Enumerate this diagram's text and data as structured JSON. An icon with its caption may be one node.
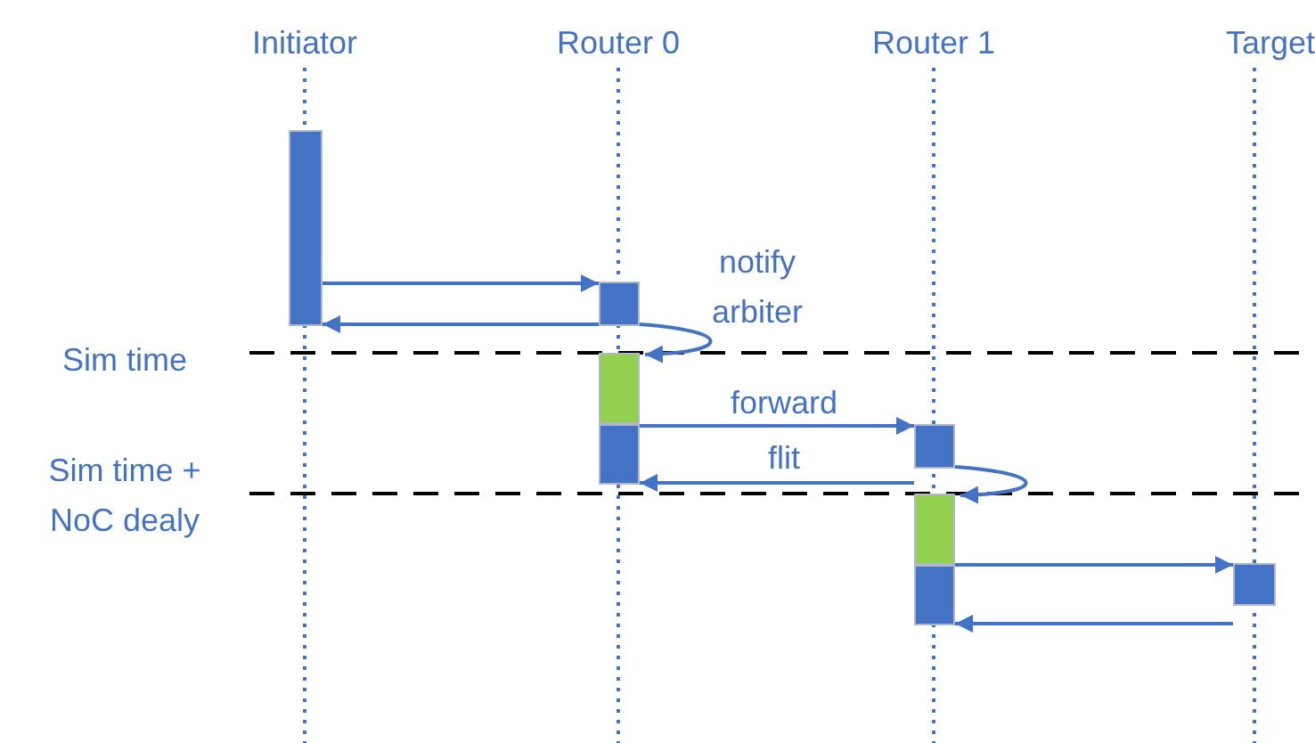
{
  "diagram": {
    "nodes": [
      {
        "text": [],
        "shape": "bar"
      },
      {
        "text": [],
        "shape": "bar"
      },
      {
        "text": [],
        "shape": "bar"
      },
      {
        "text": [],
        "shape": "bar"
      },
      {
        "text": [],
        "shape": "bar"
      },
      {
        "text": [],
        "shape": "bar"
      },
      {
        "text": [],
        "shape": "bar"
      },
      {
        "text": [],
        "shape": "bar"
      }
    ],
    "edges": [
      {
        "from": 0,
        "to": 1,
        "arrow": "to"
      },
      {
        "from": 1,
        "to": 0,
        "arrow": "to"
      },
      {
        "from": 1,
        "to": 2,
        "arrow": "to"
      },
      {
        "from": 3,
        "to": 4,
        "arrow": "to"
      },
      {
        "from": 4,
        "to": 3,
        "arrow": "to"
      },
      {
        "from": 4,
        "to": 5,
        "arrow": "to"
      },
      {
        "from": 6,
        "to": 7,
        "arrow": "to"
      },
      {
        "from": 7,
        "to": 6,
        "arrow": "to"
      }
    ],
    "labels": [
      "Initiator",
      "Router 0",
      "Router 1",
      "Target",
      "notify arbiter",
      "Sim time",
      "forward",
      "flit",
      "Sim time + NoC dealy"
    ]
  }
}
